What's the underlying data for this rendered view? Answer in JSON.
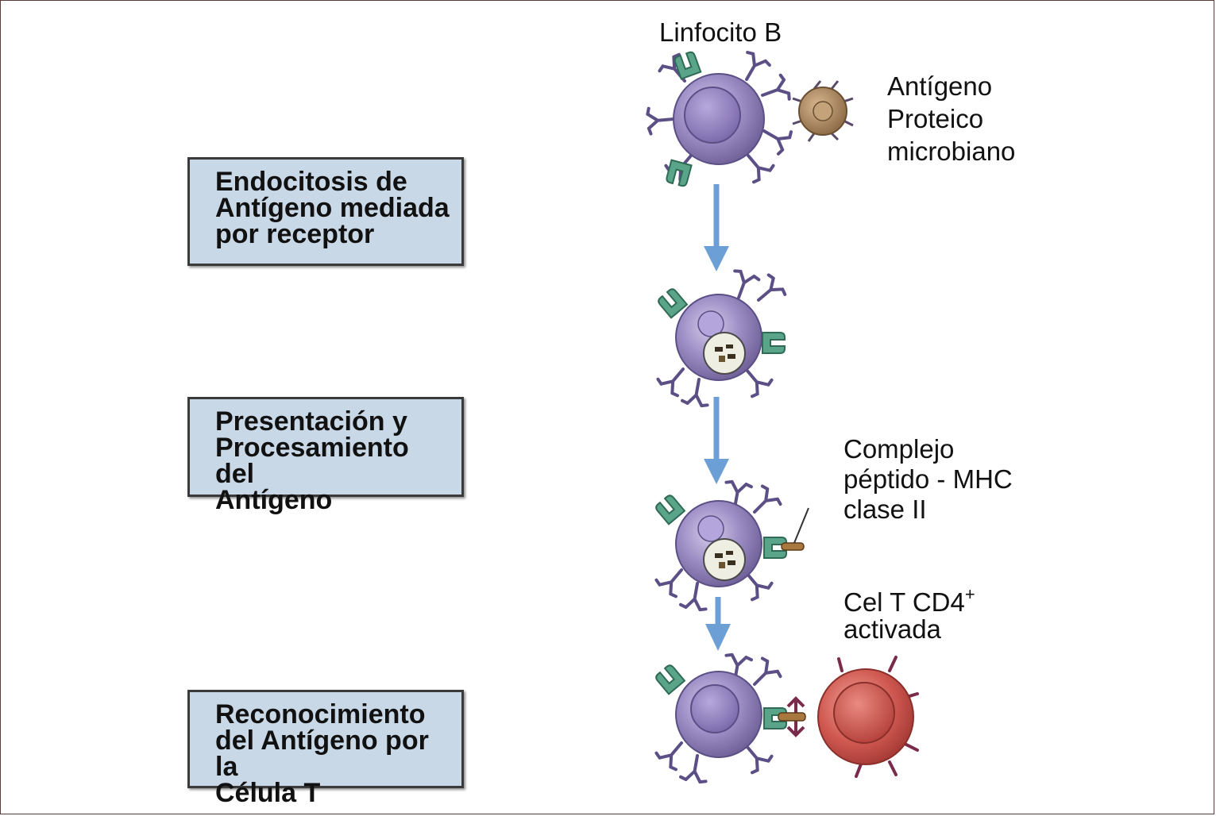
{
  "steps": [
    {
      "text": "Endocitosis de\nAntígeno mediada\npor receptor"
    },
    {
      "text": "Presentación y\nProcesamiento del\nAntígeno"
    },
    {
      "text": "Reconocimiento\ndel Antígeno por la\nCélula T"
    }
  ],
  "labels": {
    "b_lymphocyte": "Linfocito B",
    "antigen": "Antígeno\nProteico\nmicrobiano",
    "complex": "Complejo\npéptido - MHC\nclase II",
    "t_cell_prefix": "Cel T CD4",
    "t_cell_sup": "+",
    "t_cell_suffix": "activada"
  },
  "colors": {
    "box_fill": "#c9d8e6",
    "arrow": "#6c9fd6",
    "b_cell": "#9b8cc4",
    "receptor_green": "#5aa58a",
    "receptor_purple": "#5b4f86",
    "antigen": "#b08a5c",
    "t_cell": "#d05a52"
  },
  "icons": [
    "b-lymphocyte-icon",
    "antigen-icon",
    "t-cell-icon",
    "down-arrow-icon"
  ]
}
